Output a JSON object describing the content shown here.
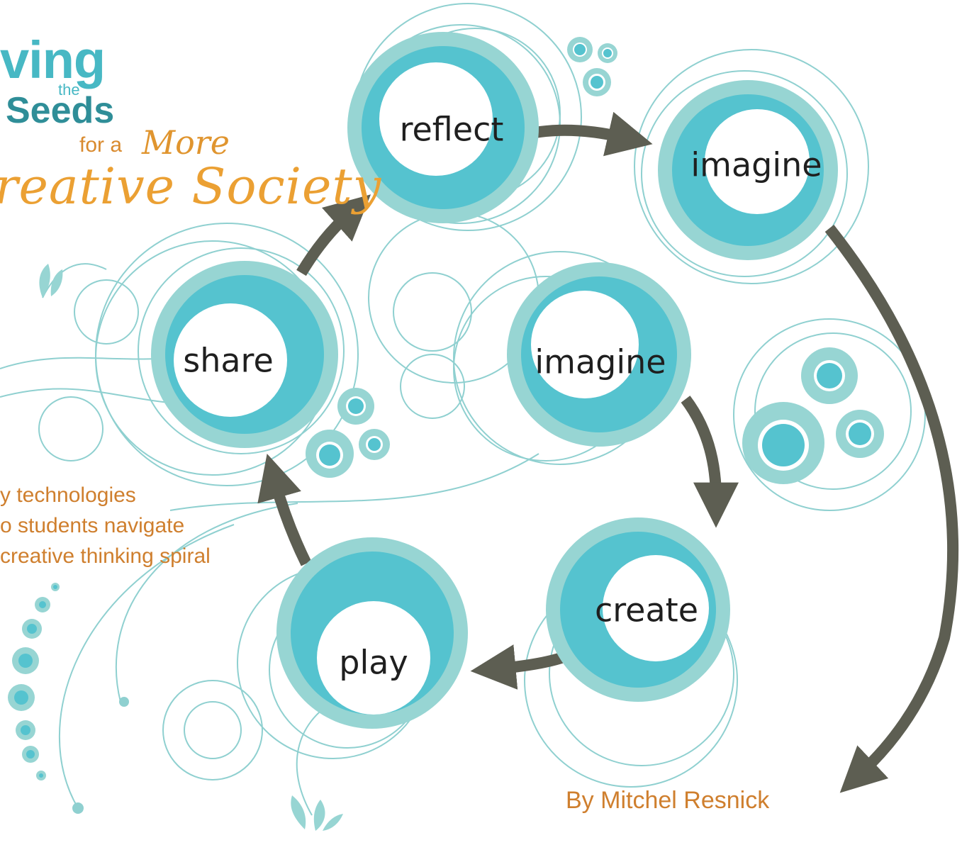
{
  "title": {
    "line1": "ving",
    "line2": "the",
    "line3": "Seeds",
    "line4a": "for a",
    "line4b": "More",
    "line5": "reative Society"
  },
  "tagline": [
    "y technologies",
    "o students navigate",
    "creative thinking spiral"
  ],
  "author": "By Mitchel Resnick",
  "nodes": [
    {
      "id": "reflect",
      "label": "reflect"
    },
    {
      "id": "imagine-top",
      "label": "imagine"
    },
    {
      "id": "share",
      "label": "share"
    },
    {
      "id": "imagine-center",
      "label": "imagine"
    },
    {
      "id": "create",
      "label": "create"
    },
    {
      "id": "play",
      "label": "play"
    }
  ],
  "colors": {
    "ring_outer": "#97d5d3",
    "ring_inner": "#55c3cf",
    "arrow": "#5d5e52",
    "swirl": "#8fd0d0",
    "title_teal": "#47b8c4",
    "title_dark_teal": "#2f8e98",
    "title_orange": "#e0952f",
    "author_orange": "#cf7f2e"
  }
}
